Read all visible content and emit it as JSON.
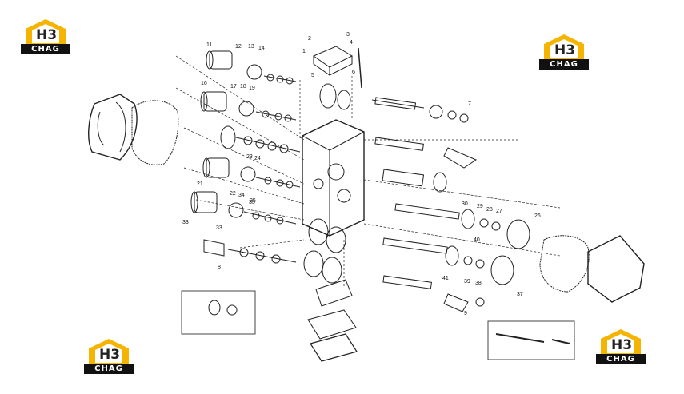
{
  "brand": {
    "mark": "H3",
    "name": "CHAG",
    "colors": {
      "yellow": "#f5b400",
      "black": "#111111",
      "white": "#ffffff"
    }
  },
  "part_numbers": [
    "1",
    "2",
    "3",
    "4",
    "5",
    "6",
    "7",
    "8",
    "9",
    "11",
    "12",
    "13",
    "14",
    "16",
    "17",
    "18",
    "19",
    "21",
    "22",
    "23",
    "24",
    "25",
    "26",
    "27",
    "28",
    "29",
    "30",
    "33",
    "34",
    "35",
    "37",
    "38",
    "39",
    "40",
    "41"
  ]
}
